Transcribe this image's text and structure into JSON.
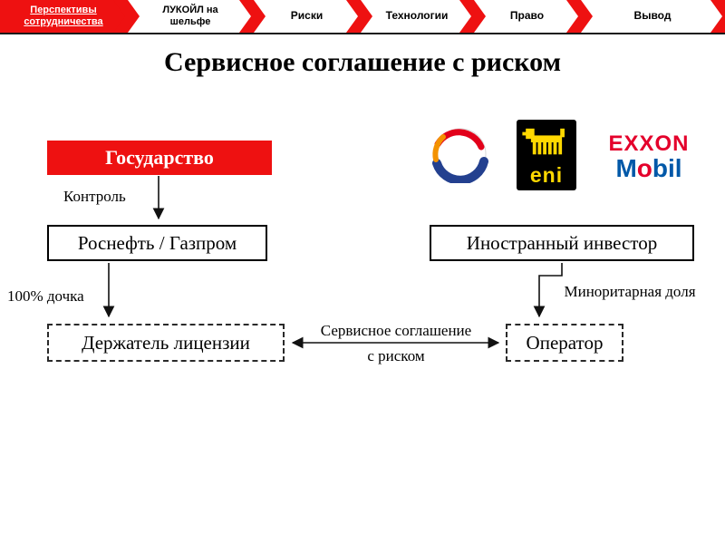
{
  "slide": {
    "title": "Сервисное соглашение с риском"
  },
  "nav": {
    "tabs": [
      {
        "label": "Перспективы сотрудничества",
        "active": true
      },
      {
        "label": "ЛУКОЙЛ на шельфе",
        "active": false
      },
      {
        "label": "Риски",
        "active": false
      },
      {
        "label": "Технологии",
        "active": false
      },
      {
        "label": "Право",
        "active": false
      },
      {
        "label": "Вывод",
        "active": false
      }
    ]
  },
  "diagram": {
    "state_box": "Государство",
    "control_label": "Контроль",
    "rosneft_box": "Роснефть / Газпром",
    "investor_box": "Иностранный инвестор",
    "subsidiary_label": "100% дочка",
    "minority_label": "Миноритарная доля",
    "license_box": "Держатель лицензии",
    "operator_box": "Оператор",
    "agreement_label_line1": "Сервисное соглашение",
    "agreement_label_line2": "с риском"
  },
  "logos": {
    "total_icon": "total-sphere",
    "eni_text": "eni",
    "exxon_text": "EXXON",
    "mobil_m": "M",
    "mobil_o": "o",
    "mobil_bil": "bil"
  },
  "colors": {
    "red": "#ee1111",
    "exxon-red": "#e4002b",
    "mobil-blue": "#0058a8",
    "eni-yellow": "#ffd800",
    "total-blue": "#23408f",
    "total-red": "#e2001a",
    "total-orange": "#f39200"
  }
}
